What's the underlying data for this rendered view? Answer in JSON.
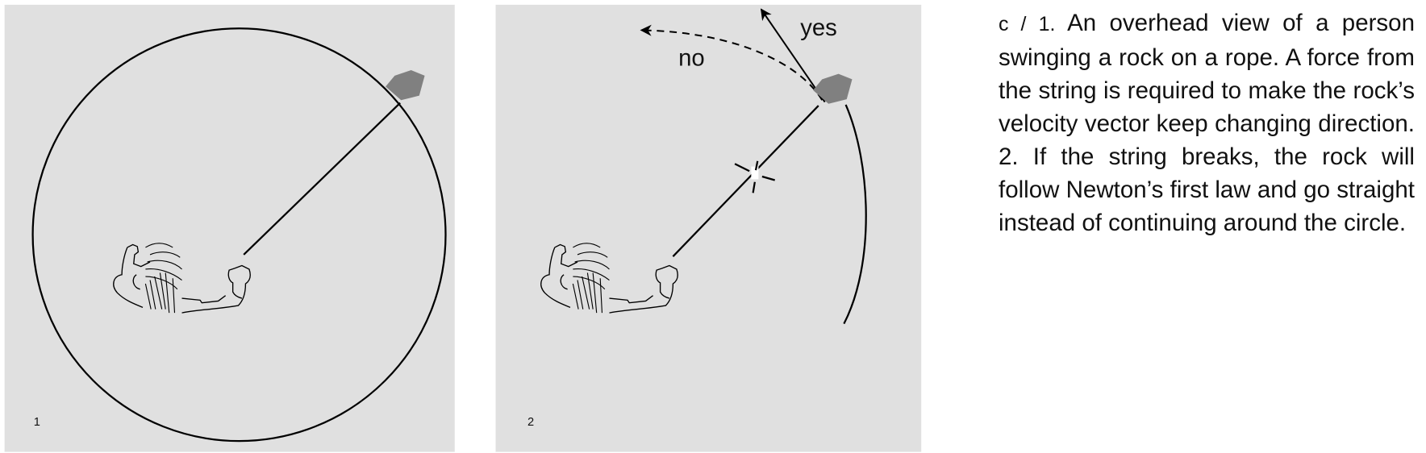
{
  "panels": [
    {
      "label": "1"
    },
    {
      "label": "2",
      "arrow_yes": "yes",
      "arrow_no": "no"
    }
  ],
  "caption": {
    "figure_label": "c / 1.",
    "text": "An overhead view of a person swinging a rock on a rope. A force from the string is required to make the rock’s velocity vector keep changing direction. 2. If the string breaks, the rock will follow Newton’s first law and go straight instead of continuing around the circle."
  },
  "colors": {
    "panel_bg": "#e0e0e0",
    "rock": "#808080",
    "ink": "#000000"
  }
}
